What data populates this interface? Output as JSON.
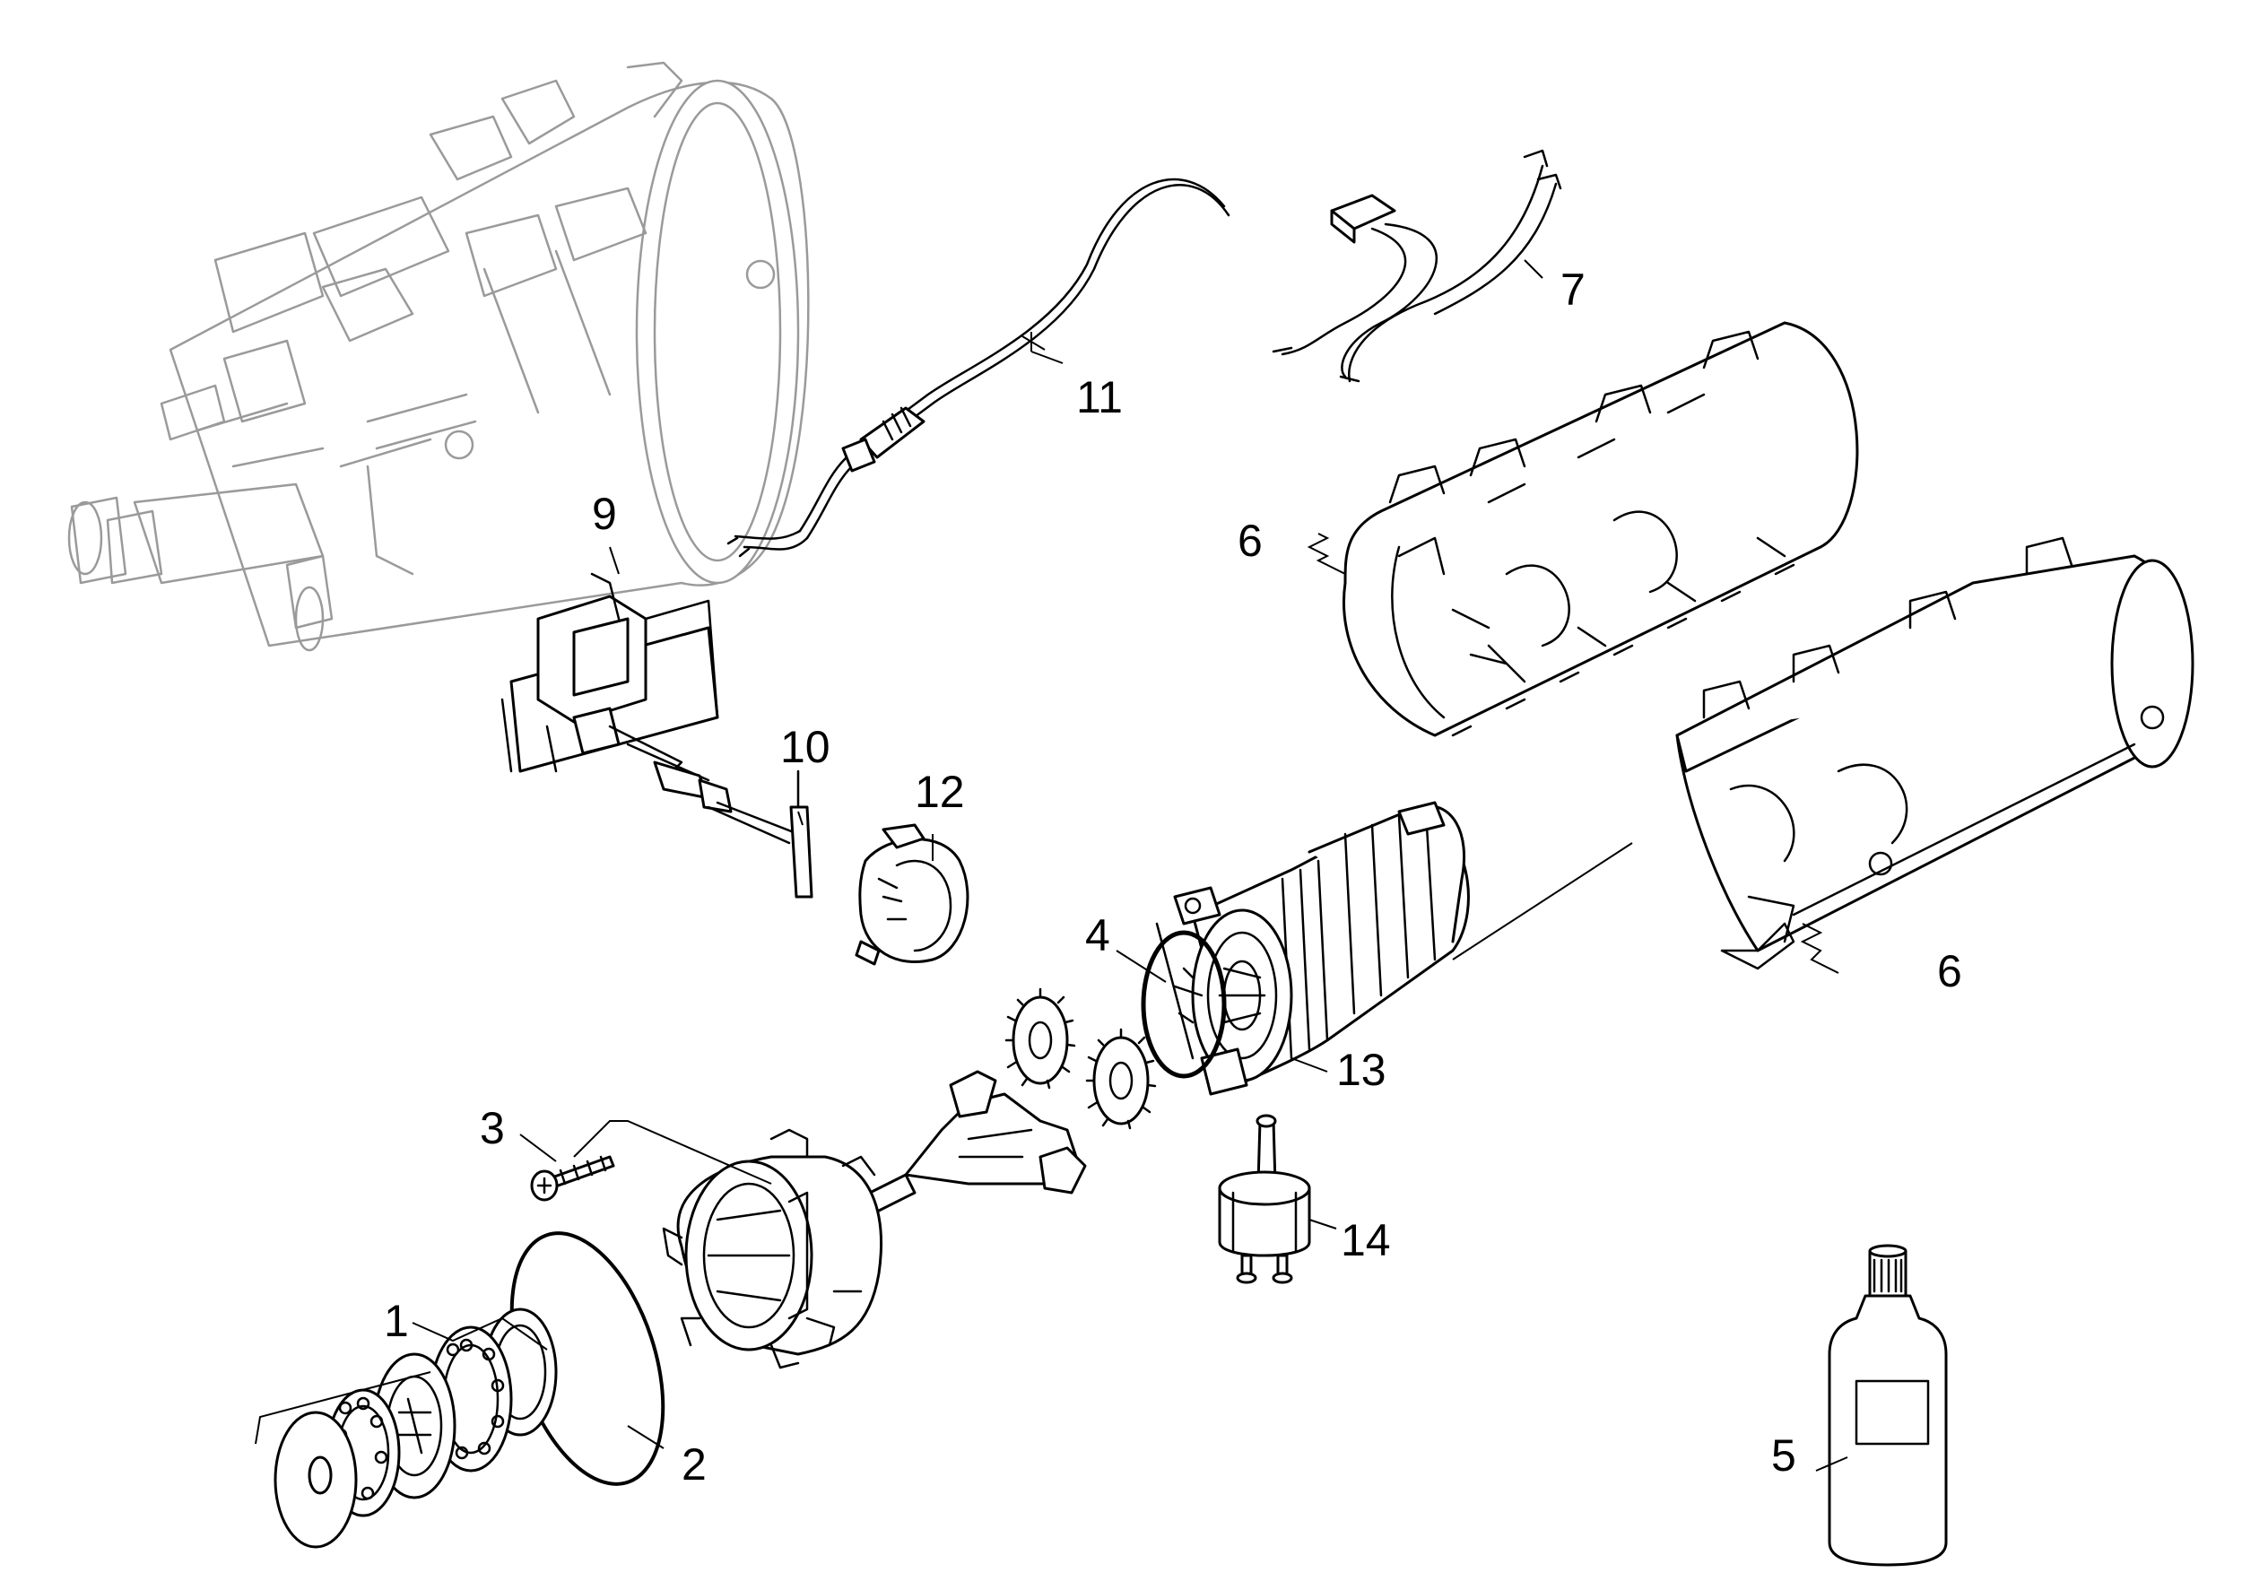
{
  "diagram": {
    "title": "Exploded parts view",
    "callouts": [
      {
        "id": "callout-1",
        "label": "1"
      },
      {
        "id": "callout-2",
        "label": "2"
      },
      {
        "id": "callout-3",
        "label": "3"
      },
      {
        "id": "callout-4",
        "label": "4"
      },
      {
        "id": "callout-5",
        "label": "5"
      },
      {
        "id": "callout-6a",
        "label": "6"
      },
      {
        "id": "callout-6b",
        "label": "6"
      },
      {
        "id": "callout-7",
        "label": "7"
      },
      {
        "id": "callout-9",
        "label": "9"
      },
      {
        "id": "callout-10",
        "label": "10"
      },
      {
        "id": "callout-11",
        "label": "11"
      },
      {
        "id": "callout-12",
        "label": "12"
      },
      {
        "id": "callout-13",
        "label": "13"
      },
      {
        "id": "callout-14",
        "label": "14"
      }
    ]
  }
}
